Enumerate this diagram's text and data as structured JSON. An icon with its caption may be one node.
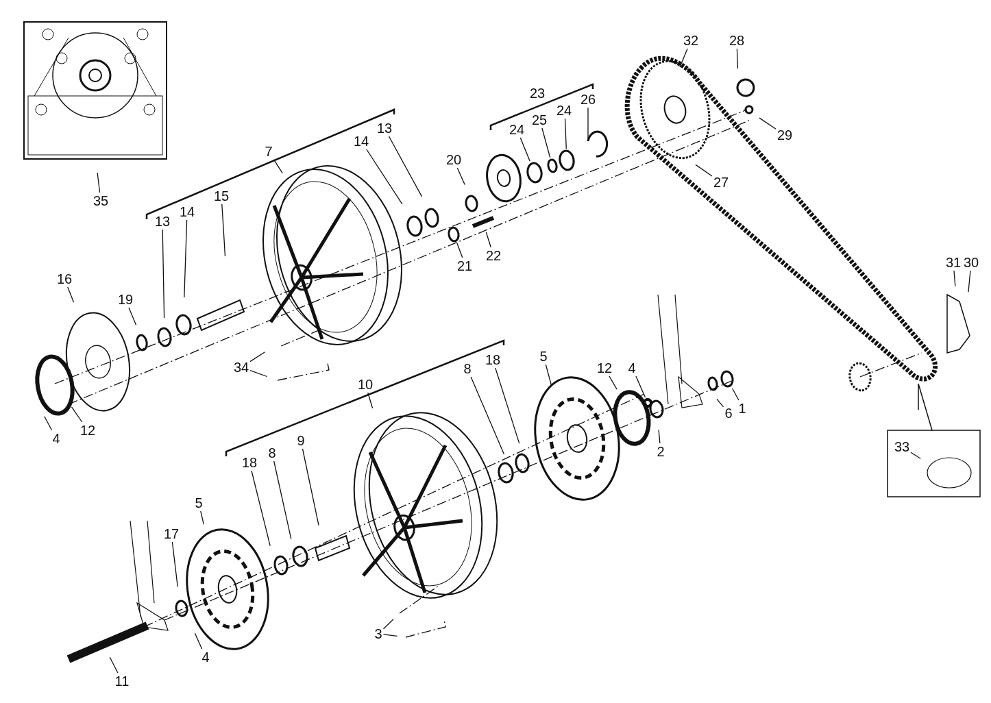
{
  "diagram": {
    "nodes": [
      {
        "text": [
          "35"
        ]
      },
      {
        "text": [
          "7"
        ]
      },
      {
        "text": [
          "13"
        ]
      },
      {
        "text": [
          "14"
        ]
      },
      {
        "text": [
          "15"
        ]
      },
      {
        "text": [
          "14"
        ]
      },
      {
        "text": [
          "13"
        ]
      },
      {
        "text": [
          "16"
        ]
      },
      {
        "text": [
          "19"
        ]
      },
      {
        "text": [
          "20"
        ]
      },
      {
        "text": [
          "21"
        ]
      },
      {
        "text": [
          "22"
        ]
      },
      {
        "text": [
          "24"
        ]
      },
      {
        "text": [
          "25"
        ]
      },
      {
        "text": [
          "24"
        ]
      },
      {
        "text": [
          "26"
        ]
      },
      {
        "text": [
          "32"
        ]
      },
      {
        "text": [
          "28"
        ]
      },
      {
        "text": [
          "29"
        ]
      },
      {
        "text": [
          "27"
        ]
      },
      {
        "text": [
          "31"
        ]
      },
      {
        "text": [
          "30"
        ]
      },
      {
        "text": [
          "34"
        ]
      },
      {
        "text": [
          "4"
        ]
      },
      {
        "text": [
          "12"
        ]
      },
      {
        "text": [
          "10"
        ]
      },
      {
        "text": [
          "8"
        ]
      },
      {
        "text": [
          "18"
        ]
      },
      {
        "text": [
          "5"
        ]
      },
      {
        "text": [
          "12"
        ]
      },
      {
        "text": [
          "4"
        ]
      },
      {
        "text": [
          "6"
        ]
      },
      {
        "text": [
          "1"
        ]
      },
      {
        "text": [
          "2"
        ]
      },
      {
        "text": [
          "33"
        ]
      },
      {
        "text": [
          "18"
        ]
      },
      {
        "text": [
          "8"
        ]
      },
      {
        "text": [
          "9"
        ]
      },
      {
        "text": [
          "5"
        ]
      },
      {
        "text": [
          "17"
        ]
      },
      {
        "text": [
          "4"
        ]
      },
      {
        "text": [
          "3"
        ]
      },
      {
        "text": [
          "11"
        ]
      },
      {
        "text": [],
        "shape": "circle"
      },
      {
        "text": [],
        "shape": "circle"
      },
      {
        "text": [],
        "shape": "circle"
      },
      {
        "text": [],
        "shape": "circle"
      },
      {
        "text": [],
        "shape": "circle"
      },
      {
        "text": [],
        "shape": "circle"
      }
    ],
    "edges": [
      {
        "from": 0,
        "to": null,
        "arrow": "none"
      },
      {
        "from": 1,
        "to": null,
        "arrow": "none"
      },
      {
        "from": 2,
        "to": null,
        "arrow": "none"
      },
      {
        "from": 3,
        "to": null,
        "arrow": "none"
      },
      {
        "from": 4,
        "to": null,
        "arrow": "none"
      },
      {
        "from": 5,
        "to": null,
        "arrow": "none"
      },
      {
        "from": 6,
        "to": null,
        "arrow": "none"
      },
      {
        "from": 7,
        "to": null,
        "arrow": "none"
      },
      {
        "from": 8,
        "to": null,
        "arrow": "none"
      },
      {
        "from": 9,
        "to": null,
        "arrow": "none"
      },
      {
        "from": 10,
        "to": 43,
        "arrow": "none"
      },
      {
        "from": 11,
        "to": null,
        "arrow": "none"
      },
      {
        "from": 12,
        "to": 44,
        "arrow": "none"
      },
      {
        "from": 13,
        "to": 45,
        "arrow": "none"
      },
      {
        "from": 14,
        "to": 46,
        "arrow": "none"
      },
      {
        "from": 15,
        "to": null,
        "arrow": "none"
      },
      {
        "from": 16,
        "to": null,
        "arrow": "none"
      },
      {
        "from": 17,
        "to": null,
        "arrow": "none"
      },
      {
        "from": 18,
        "to": null,
        "arrow": "none"
      },
      {
        "from": 19,
        "to": null,
        "arrow": "none"
      },
      {
        "from": 20,
        "to": null,
        "arrow": "none"
      },
      {
        "from": 21,
        "to": null,
        "arrow": "none"
      },
      {
        "from": 22,
        "to": null,
        "arrow": "none"
      },
      {
        "from": 22,
        "to": null,
        "arrow": "none"
      },
      {
        "from": 23,
        "to": null,
        "arrow": "none"
      },
      {
        "from": 24,
        "to": null,
        "arrow": "none"
      },
      {
        "from": 25,
        "to": null,
        "arrow": "none"
      },
      {
        "from": 26,
        "to": null,
        "arrow": "none"
      },
      {
        "from": 27,
        "to": null,
        "arrow": "none"
      },
      {
        "from": 28,
        "to": null,
        "arrow": "none"
      },
      {
        "from": 29,
        "to": null,
        "arrow": "none"
      },
      {
        "from": 30,
        "to": 47,
        "arrow": "none"
      },
      {
        "from": 31,
        "to": null,
        "arrow": "none"
      },
      {
        "from": 32,
        "to": 48,
        "arrow": "none"
      },
      {
        "from": 33,
        "to": null,
        "arrow": "none"
      },
      {
        "from": 34,
        "to": null,
        "arrow": "none"
      },
      {
        "from": 35,
        "to": null,
        "arrow": "none"
      },
      {
        "from": 36,
        "to": null,
        "arrow": "none"
      },
      {
        "from": 37,
        "to": null,
        "arrow": "none"
      },
      {
        "from": 38,
        "to": null,
        "arrow": "none"
      },
      {
        "from": 39,
        "to": null,
        "arrow": "none"
      },
      {
        "from": 40,
        "to": null,
        "arrow": "none"
      },
      {
        "from": 41,
        "to": null,
        "arrow": "none"
      },
      {
        "from": 41,
        "to": null,
        "arrow": "none"
      },
      {
        "from": 42,
        "to": null,
        "arrow": "none"
      }
    ],
    "labels": [
      "23"
    ]
  }
}
